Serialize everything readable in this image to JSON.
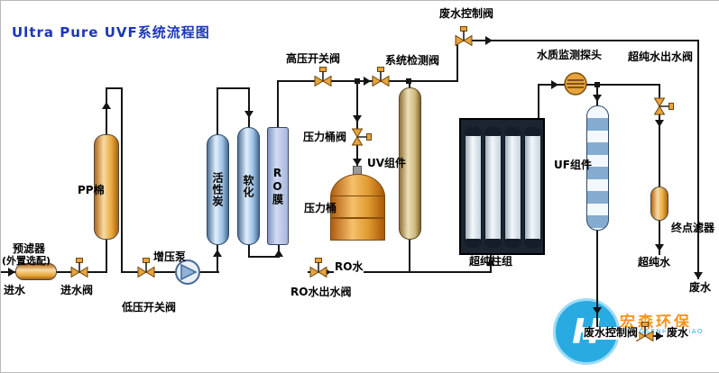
{
  "title": "Ultra Pure UVF系统流程图",
  "labels": {
    "inlet": "进水",
    "prefilter_1": "预滤器",
    "prefilter_2": "(外置选配)",
    "inlet_valve": "进水阀",
    "pp_cotton": "PP棉",
    "low_pressure_valve": "低压开关阀",
    "booster_pump": "增压泵",
    "activated_carbon": "活性炭",
    "softener": "软化",
    "ro_membrane": "RO膜",
    "high_pressure_valve": "高压开关阀",
    "system_check_valve": "系统检测阀",
    "tank_valve": "压力桶阀",
    "pressure_tank": "压力桶",
    "uv_module": "UV组件",
    "ro_outlet_valve": "RO水出水阀",
    "ro_water": "RO水",
    "waste_valve_top": "废水控制阀",
    "up_column_group": "超纯柱组",
    "quality_probe": "水质监测探头",
    "uf_module": "UF组件",
    "up_outlet_valve": "超纯水出水阀",
    "final_filter": "终点滤器",
    "up_water": "超纯水",
    "waste_right": "废水",
    "waste_valve_bottom": "废水控制阀",
    "waste_bottom": "废水"
  },
  "logo": {
    "cn": "宏森环保",
    "en": "HONGSENHUANBAO"
  },
  "colors": {
    "title": "#1c36b8",
    "line": "#151515",
    "valve": "#e8a33d",
    "valve_stroke": "#6b4708",
    "logo_orange": "#f7941d",
    "logo_blue": "#29abe2"
  }
}
